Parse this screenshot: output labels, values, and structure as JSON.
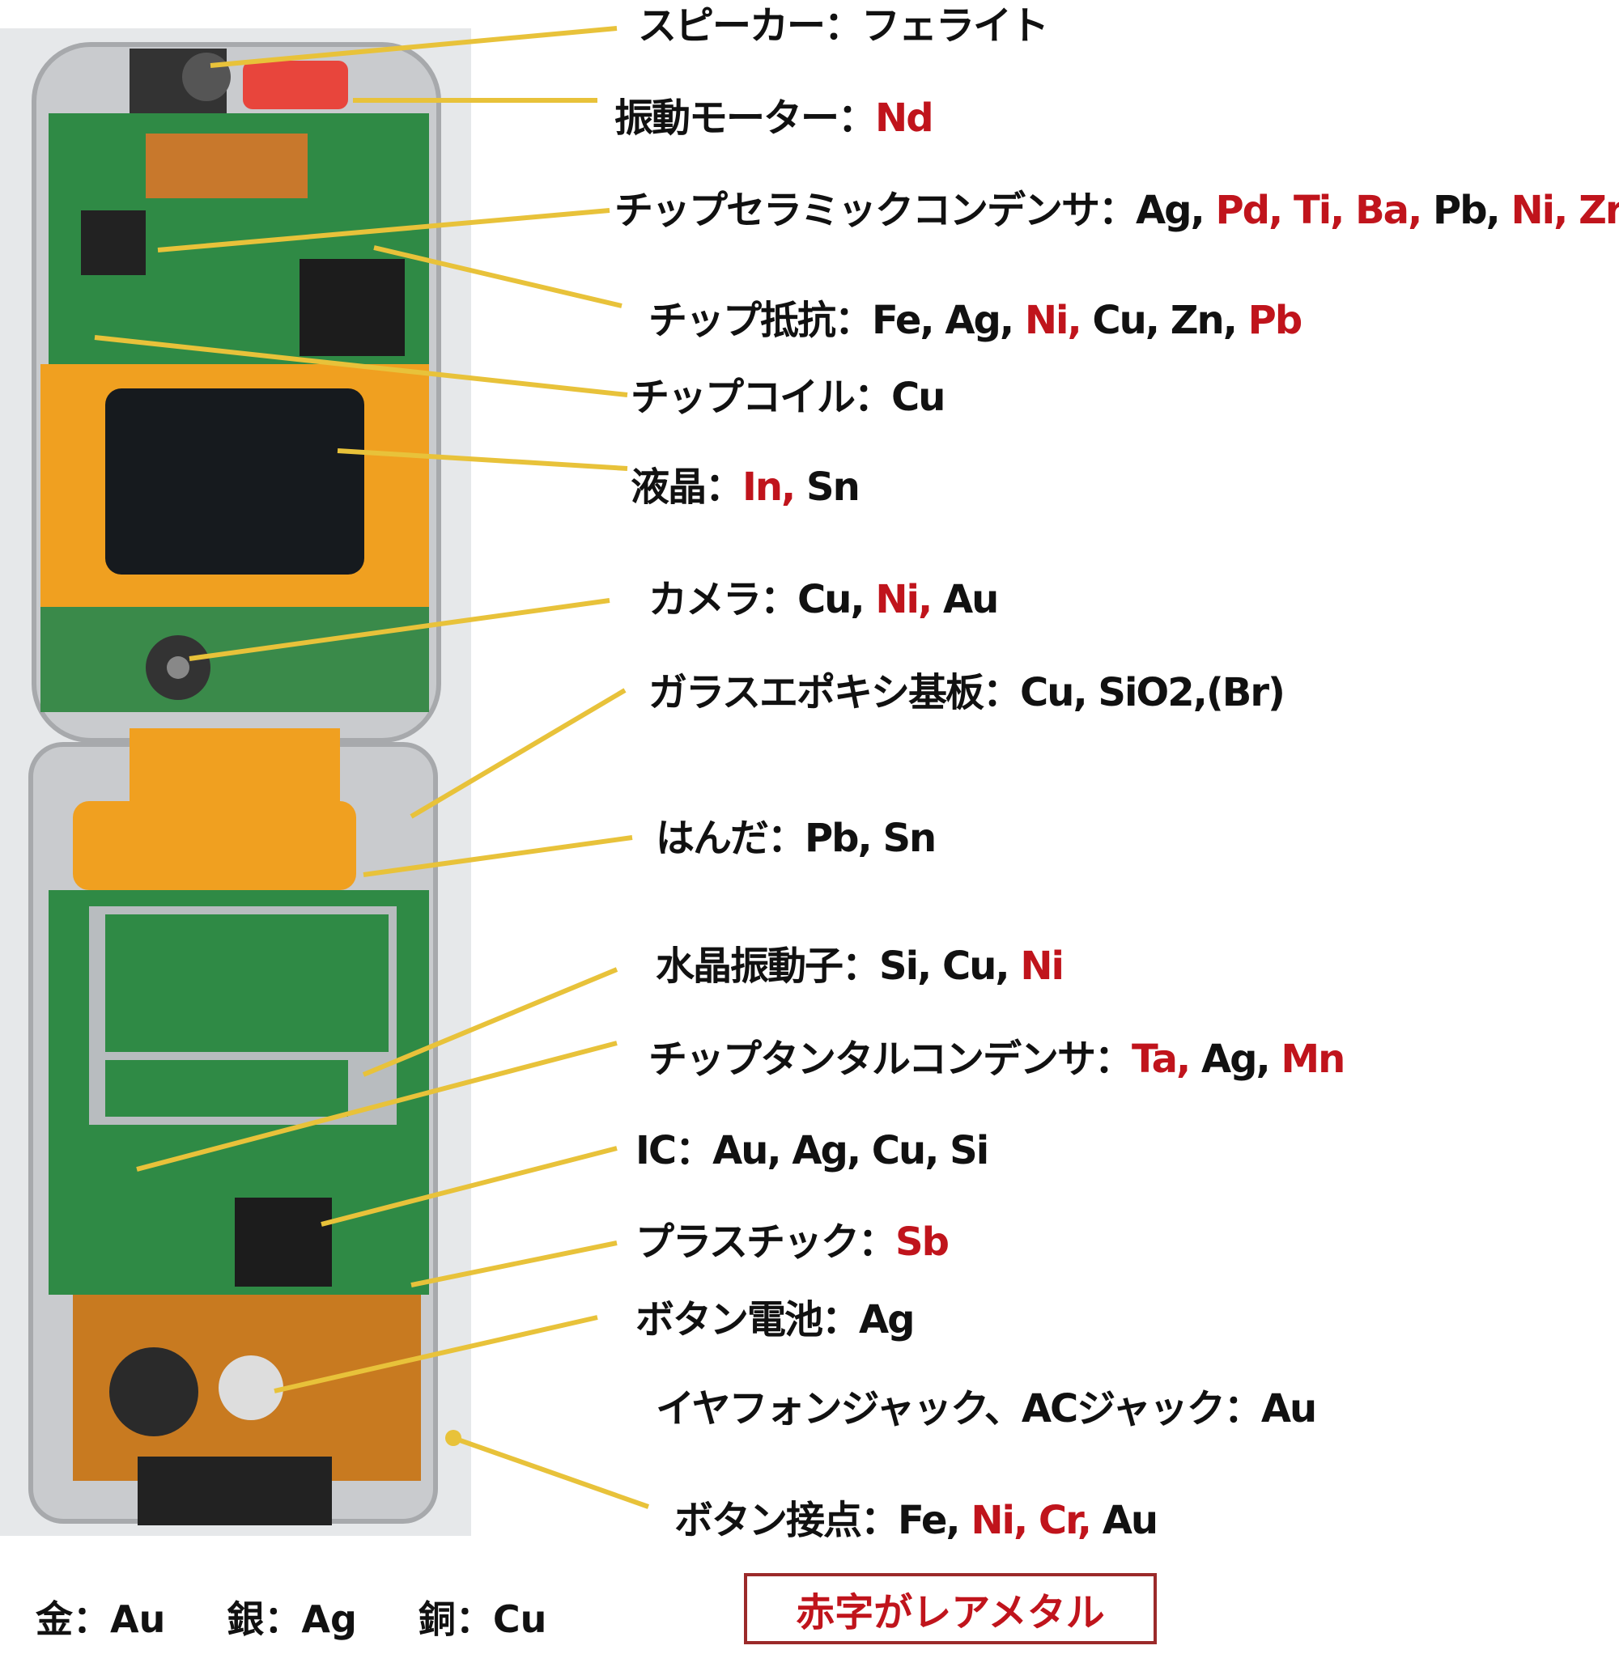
{
  "labels": [
    {
      "parts": [
        {
          "text": "スピーカー：フェライト",
          "rare": false
        }
      ]
    },
    {
      "parts": [
        {
          "text": "振動モーター：",
          "rare": false
        },
        {
          "text": "Nd",
          "rare": true
        }
      ]
    },
    {
      "parts": [
        {
          "text": "チップセラミックコンデンサ：Ag, ",
          "rare": false
        },
        {
          "text": "Pd, Ti, Ba, ",
          "rare": true
        },
        {
          "text": "Pb, ",
          "rare": false
        },
        {
          "text": "Ni, Zr",
          "rare": true
        }
      ]
    },
    {
      "parts": [
        {
          "text": "チップ抵抗：Fe, Ag, ",
          "rare": false
        },
        {
          "text": "Ni, ",
          "rare": true
        },
        {
          "text": "Cu, Zn, ",
          "rare": false
        },
        {
          "text": "Pb",
          "rare": true
        }
      ]
    },
    {
      "parts": [
        {
          "text": "チップコイル：Cu",
          "rare": false
        }
      ]
    },
    {
      "parts": [
        {
          "text": "液晶：",
          "rare": false
        },
        {
          "text": "In, ",
          "rare": true
        },
        {
          "text": "Sn",
          "rare": false
        }
      ]
    },
    {
      "parts": [
        {
          "text": "カメラ：Cu, ",
          "rare": false
        },
        {
          "text": "Ni, ",
          "rare": true
        },
        {
          "text": "Au",
          "rare": false
        }
      ]
    },
    {
      "parts": [
        {
          "text": "ガラスエポキシ基板：Cu, SiO2,(Br)",
          "rare": false
        }
      ]
    },
    {
      "parts": [
        {
          "text": "はんだ：Pb, Sn",
          "rare": false
        }
      ]
    },
    {
      "parts": [
        {
          "text": "水晶振動子：Si, Cu, ",
          "rare": false
        },
        {
          "text": "Ni",
          "rare": true
        }
      ]
    },
    {
      "parts": [
        {
          "text": "チップタンタルコンデンサ：",
          "rare": false
        },
        {
          "text": "Ta, ",
          "rare": true
        },
        {
          "text": "Ag, ",
          "rare": false
        },
        {
          "text": "Mn",
          "rare": true
        }
      ]
    },
    {
      "parts": [
        {
          "text": "IC：Au, Ag, Cu, Si",
          "rare": false
        }
      ]
    },
    {
      "parts": [
        {
          "text": "プラスチック：",
          "rare": false
        },
        {
          "text": "Sb",
          "rare": true
        }
      ]
    },
    {
      "parts": [
        {
          "text": "ボタン電池：Ag",
          "rare": false
        }
      ]
    },
    {
      "parts": [
        {
          "text": "イヤフォンジャック、ACジャック：Au",
          "rare": false
        }
      ]
    },
    {
      "parts": [
        {
          "text": "ボタン接点：Fe, ",
          "rare": false
        },
        {
          "text": "Ni, Cr, ",
          "rare": true
        },
        {
          "text": "Au",
          "rare": false
        }
      ]
    }
  ],
  "legend": {
    "gold": "金：Au",
    "silver": "銀：Ag",
    "copper": "銅：Cu"
  },
  "note": "赤字がレアメタル",
  "colors": {
    "rare": "#c0141c",
    "leader": "#e8c23a",
    "pcb": "#2f8a45",
    "flex": "#f0a020"
  }
}
